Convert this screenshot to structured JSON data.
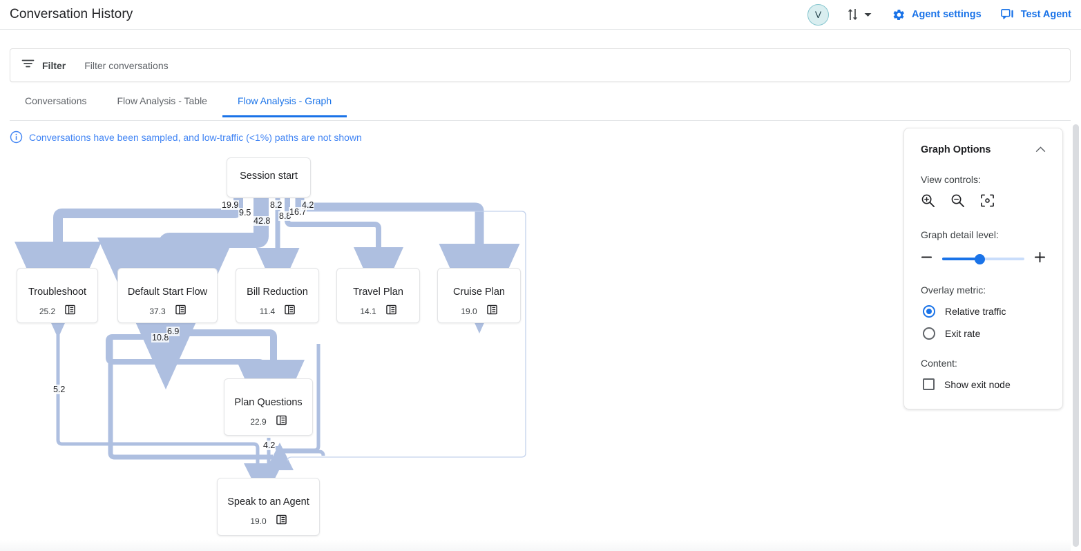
{
  "header": {
    "title": "Conversation History",
    "avatar_initial": "V",
    "sort_icon": "sort-arrows-icon",
    "chevron_icon": "chevron-down-icon",
    "actions": [
      {
        "label": "Agent settings",
        "icon": "gear-icon"
      },
      {
        "label": "Test Agent",
        "icon": "chat-bubbles-icon"
      }
    ]
  },
  "filter": {
    "icon": "filter-icon",
    "label": "Filter",
    "placeholder": "Filter conversations"
  },
  "tabs": [
    {
      "label": "Conversations",
      "active": false
    },
    {
      "label": "Flow Analysis - Table",
      "active": false
    },
    {
      "label": "Flow Analysis - Graph",
      "active": true
    }
  ],
  "notice": {
    "icon": "info-icon",
    "text": "Conversations have been sampled, and low-traffic (<1%) paths are not shown"
  },
  "options_panel": {
    "title": "Graph Options",
    "collapse_icon": "chevron-up-icon",
    "view_controls_label": "View controls:",
    "view_controls": [
      {
        "name": "zoom-in-icon"
      },
      {
        "name": "zoom-out-icon"
      },
      {
        "name": "fit-to-screen-icon"
      }
    ],
    "detail_level_label": "Graph detail level:",
    "detail_minus": "minus-icon",
    "detail_plus": "plus-icon",
    "detail_value_pct": 45,
    "overlay_metric_label": "Overlay metric:",
    "overlay_options": [
      {
        "label": "Relative traffic",
        "selected": true
      },
      {
        "label": "Exit rate",
        "selected": false
      }
    ],
    "content_label": "Content:",
    "content_options": [
      {
        "label": "Show exit node",
        "checked": false
      }
    ]
  },
  "chart_data": {
    "type": "diagram",
    "title": "Flow Analysis - Graph",
    "metric": "Relative traffic",
    "nodes": [
      {
        "id": "session_start",
        "label": "Session start",
        "value": "",
        "icon": ""
      },
      {
        "id": "troubleshoot",
        "label": "Troubleshoot",
        "value": "25.2",
        "icon": "table-icon"
      },
      {
        "id": "default_start_flow",
        "label": "Default Start Flow",
        "value": "37.3",
        "icon": "table-icon"
      },
      {
        "id": "bill_reduction",
        "label": "Bill Reduction",
        "value": "11.4",
        "icon": "table-icon"
      },
      {
        "id": "travel_plan",
        "label": "Travel Plan",
        "value": "14.1",
        "icon": "table-icon"
      },
      {
        "id": "cruise_plan",
        "label": "Cruise Plan",
        "value": "19.0",
        "icon": "table-icon"
      },
      {
        "id": "plan_questions",
        "label": "Plan Questions",
        "value": "22.9",
        "icon": "table-icon"
      },
      {
        "id": "speak_to_an_agent",
        "label": "Speak to an Agent",
        "value": "19.0",
        "icon": "table-icon"
      }
    ],
    "edge_labels": [
      "19.9",
      "9.5",
      "42.8",
      "8.2",
      "8.8",
      "16.7",
      "4.2",
      "10.8",
      "6.9",
      "5.2",
      "4.2"
    ],
    "edges": [
      {
        "from": "session_start",
        "to": "troubleshoot",
        "value": "19.9"
      },
      {
        "from": "session_start",
        "to": "default_start_flow",
        "value": "9.5"
      },
      {
        "from": "session_start",
        "to": "default_start_flow",
        "value": "42.8"
      },
      {
        "from": "session_start",
        "to": "bill_reduction",
        "value": "8.2"
      },
      {
        "from": "session_start",
        "to": "travel_plan",
        "value": "8.8"
      },
      {
        "from": "session_start",
        "to": "cruise_plan",
        "value": "16.7"
      },
      {
        "from": "session_start",
        "to": "cruise_plan",
        "value": "4.2"
      },
      {
        "from": "default_start_flow",
        "to": "plan_questions",
        "value": "10.8"
      },
      {
        "from": "default_start_flow",
        "to": "plan_questions",
        "value": "6.9"
      },
      {
        "from": "troubleshoot",
        "to": "speak_to_an_agent",
        "value": "5.2"
      },
      {
        "from": "plan_questions",
        "to": "speak_to_an_agent",
        "value": "4.2"
      }
    ]
  },
  "colors": {
    "accent": "#1a73e8",
    "notice": "#4285f4",
    "edge": "#aebfe0",
    "node_border": "#e3e4e6"
  }
}
